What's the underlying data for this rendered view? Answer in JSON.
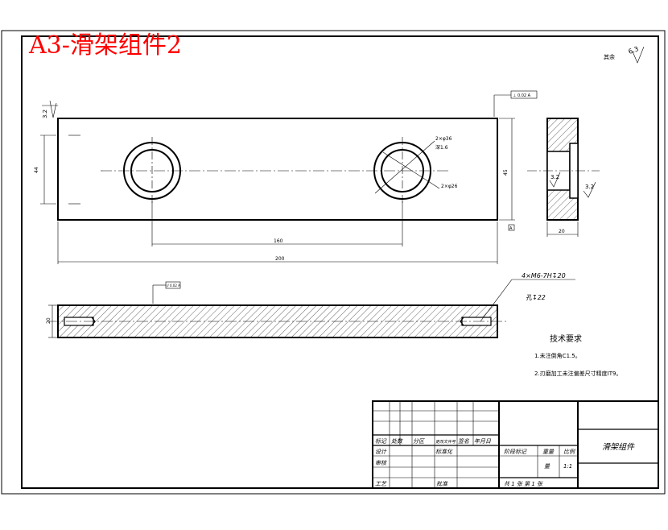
{
  "banner": {
    "title": "A3-滑架组件2"
  },
  "surface_finish": {
    "rest": "其余",
    "rest_value": "6.3",
    "top_left": "3.2",
    "side_a": "3.2",
    "side_b": "3.2"
  },
  "datum": {
    "top": "⊥ 0.02 A",
    "bottom": "// 0.02 A",
    "datum_box": "A"
  },
  "front_view": {
    "hole_note_1": "2×φ36",
    "hole_note_2": "深1.6",
    "hole_note_3": "2×φ26",
    "dim_height_left": "44",
    "dim_height_right": "45",
    "dim_center": "160",
    "dim_length": "200"
  },
  "side_view": {
    "dim_width": "20"
  },
  "section_view": {
    "thread_note": "4×M6-7H↧20",
    "drill_note": "孔↧22",
    "dim_thickness": "20"
  },
  "tech_requirements": {
    "heading": "技术要求",
    "item1": "1.未注倒角C1.5。",
    "item2": "2.刃磨加工未注偏差尺寸精度IT9。"
  },
  "title_block": {
    "r1": [
      "标记",
      "处数",
      "分区",
      "更改文件号",
      "签名",
      "年月日"
    ],
    "design": "设计",
    "standard": "标准化",
    "check": "审核",
    "process": "工艺",
    "approve": "批准",
    "stage_mark": "阶段标记",
    "weight": "重量",
    "scale": "比例",
    "weight_val": "量",
    "scale_val": "1:1",
    "sheets": "共 1 张 第 1 张",
    "drawing_name": "滑架组件"
  }
}
